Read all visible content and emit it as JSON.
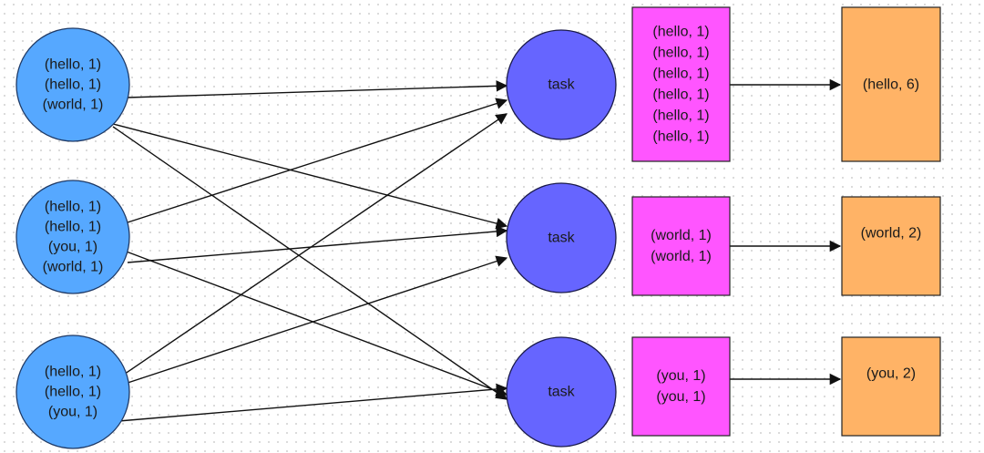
{
  "colors": {
    "input_fill": "#56a8ff",
    "input_stroke": "#1f3a66",
    "task_fill": "#6665ff",
    "task_stroke": "#1a1a4a",
    "shuffle_fill": "#ff55ff",
    "output_fill": "#ffb366",
    "edge": "#111111",
    "text": "#1a1a1a"
  },
  "inputs": [
    {
      "lines": [
        "(hello, 1)",
        "(hello, 1)",
        "(world, 1)"
      ]
    },
    {
      "lines": [
        "(hello, 1)",
        "(hello, 1)",
        "(you, 1)",
        "(world, 1)"
      ]
    },
    {
      "lines": [
        "(hello, 1)",
        "(hello, 1)",
        "(you, 1)"
      ]
    }
  ],
  "tasks": [
    {
      "label": "task"
    },
    {
      "label": "task"
    },
    {
      "label": "task"
    }
  ],
  "shuffled": [
    {
      "lines": [
        "(hello, 1)",
        "(hello, 1)",
        "(hello, 1)",
        "(hello, 1)",
        "(hello, 1)",
        "(hello, 1)"
      ]
    },
    {
      "lines": [
        "(world, 1)",
        "(world, 1)"
      ]
    },
    {
      "lines": [
        "(you, 1)",
        "(you, 1)"
      ]
    }
  ],
  "outputs": [
    {
      "label": "(hello, 6)"
    },
    {
      "label": "(world, 2)"
    },
    {
      "label": "(you, 2)"
    }
  ]
}
